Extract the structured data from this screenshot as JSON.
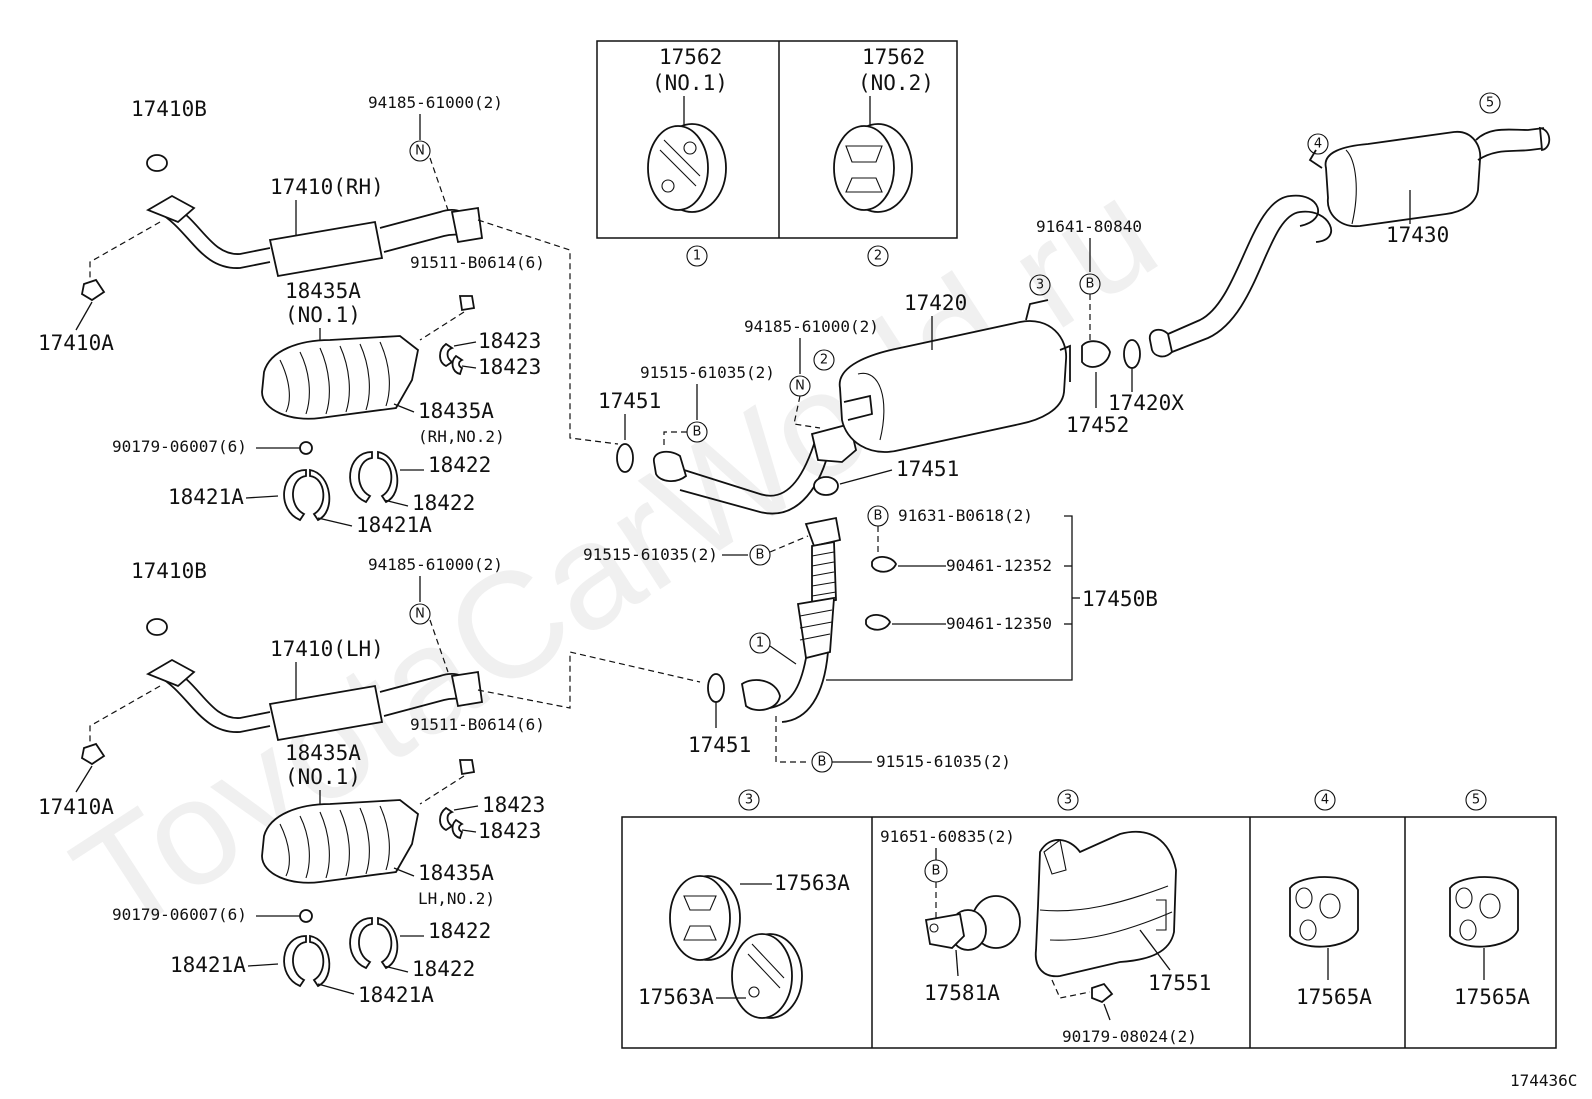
{
  "watermark": "ToyotaCarWorld.ru",
  "figure_code": "174436C",
  "callout_letters": {
    "n": "N",
    "b": "B"
  },
  "ref_numbers": [
    "1",
    "2",
    "3",
    "4",
    "5"
  ],
  "inset_top": {
    "left_part": "17562",
    "left_sub": "(NO.1)",
    "right_part": "17562",
    "right_sub": "(NO.2)"
  },
  "inset_bottom": {
    "p17563a_1": "17563A",
    "p17563a_2": "17563A",
    "p91651": "91651-60835(2)",
    "p17581a": "17581A",
    "p17551": "17551",
    "p90179_08024": "90179-08024(2)",
    "p17565a_4": "17565A",
    "p17565a_5": "17565A"
  },
  "rh_group": {
    "p17410b": "17410B",
    "p94185": "94185-61000(2)",
    "p17410": "17410(RH)",
    "p17410a": "17410A",
    "p91511": "91511-B0614(6)",
    "p18435a_top": "18435A",
    "p18435a_top_sub": "(NO.1)",
    "p18423_a": "18423",
    "p18423_b": "18423",
    "p18435a_bot": "18435A",
    "p18435a_bot_sub": "(RH,NO.2)",
    "p90179": "90179-06007(6)",
    "p18422_a": "18422",
    "p18422_b": "18422",
    "p18421a_a": "18421A",
    "p18421a_b": "18421A"
  },
  "lh_group": {
    "p17410b": "17410B",
    "p94185": "94185-61000(2)",
    "p17410": "17410(LH)",
    "p17410a": "17410A",
    "p91511": "91511-B0614(6)",
    "p18435a_top": "18435A",
    "p18435a_top_sub": "(NO.1)",
    "p18423_a": "18423",
    "p18423_b": "18423",
    "p18435a_bot": "18435A",
    "p18435a_bot_sub": "LH,NO.2)",
    "p90179": "90179-06007(6)",
    "p18422_a": "18422",
    "p18422_b": "18422",
    "p18421a_a": "18421A",
    "p18421a_b": "18421A"
  },
  "center": {
    "p17451_top": "17451",
    "p91515_top": "91515-61035(2)",
    "p94185": "94185-61000(2)",
    "p17420": "17420",
    "p17451_mid": "17451",
    "p91631": "91631-B0618(2)",
    "p91515_mid": "91515-61035(2)",
    "p90461_12352": "90461-12352",
    "p90461_12350": "90461-12350",
    "p17450b": "17450B",
    "p17451_bot": "17451",
    "p91515_bot": "91515-61035(2)"
  },
  "right": {
    "p91641": "91641-80840",
    "p17452": "17452",
    "p17420x": "17420X",
    "p17430": "17430"
  }
}
